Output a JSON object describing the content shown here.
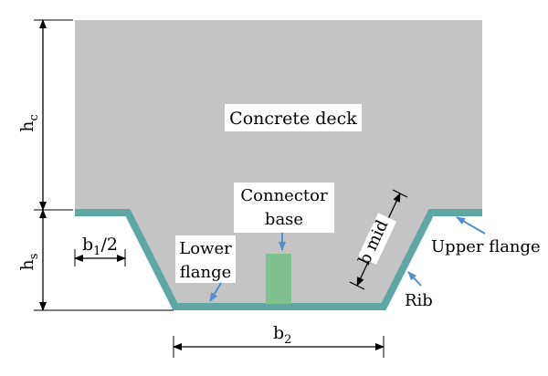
{
  "colors": {
    "concrete": "#c4c4c4",
    "steel": "#5fa7a3",
    "connector": "#7fc28d",
    "arrow": "#4d8fcf",
    "dimension": "#000000",
    "label_bg": "#ffffff"
  },
  "labels": {
    "concrete_deck": "Concrete deck",
    "connector_line1": "Connector",
    "connector_line2": "base",
    "lower_flange_line1": "Lower",
    "lower_flange_line2": "flange",
    "upper_flange": "Upper flange",
    "rib": "Rib",
    "b_mid": "b mid"
  },
  "dimensions": {
    "hc": {
      "main": "h",
      "sub": "c"
    },
    "hs": {
      "main": "h",
      "sub": "s"
    },
    "b1_half": {
      "main": "b",
      "sub": "1",
      "suffix": "/2"
    },
    "b2": {
      "main": "b",
      "sub": "2"
    }
  }
}
